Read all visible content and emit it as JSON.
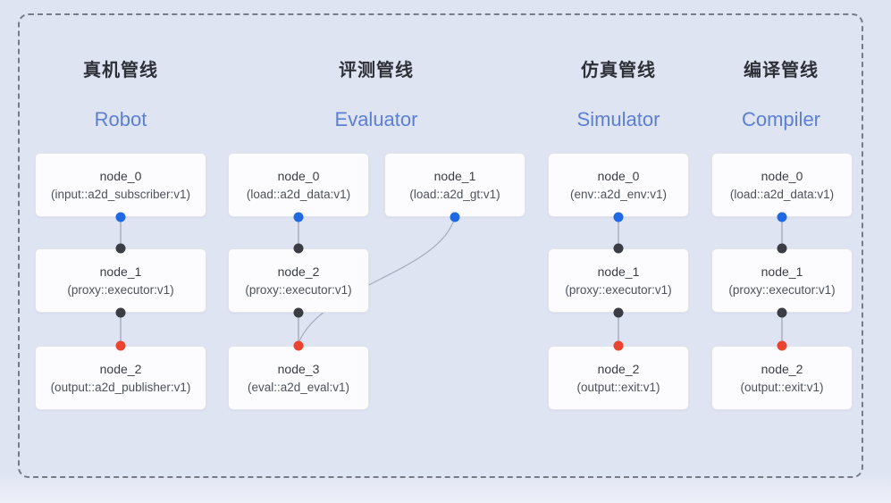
{
  "diagram": {
    "pipelines": [
      {
        "title_zh": "真机管线",
        "title_en": "Robot",
        "nodes": [
          {
            "name": "node_0",
            "type": "(input::a2d_subscriber:v1)"
          },
          {
            "name": "node_1",
            "type": "(proxy::executor:v1)"
          },
          {
            "name": "node_2",
            "type": "(output::a2d_publisher:v1)"
          }
        ]
      },
      {
        "title_zh": "评测管线",
        "title_en": "Evaluator",
        "nodes": [
          {
            "name": "node_0",
            "type": "(load::a2d_data:v1)"
          },
          {
            "name": "node_1",
            "type": "(load::a2d_gt:v1)"
          },
          {
            "name": "node_2",
            "type": "(proxy::executor:v1)"
          },
          {
            "name": "node_3",
            "type": "(eval::a2d_eval:v1)"
          }
        ]
      },
      {
        "title_zh": "仿真管线",
        "title_en": "Simulator",
        "nodes": [
          {
            "name": "node_0",
            "type": "(env::a2d_env:v1)"
          },
          {
            "name": "node_1",
            "type": "(proxy::executor:v1)"
          },
          {
            "name": "node_2",
            "type": "(output::exit:v1)"
          }
        ]
      },
      {
        "title_zh": "编译管线",
        "title_en": "Compiler",
        "nodes": [
          {
            "name": "node_0",
            "type": "(load::a2d_data:v1)"
          },
          {
            "name": "node_1",
            "type": "(proxy::executor:v1)"
          },
          {
            "name": "node_2",
            "type": "(output::exit:v1)"
          }
        ]
      }
    ],
    "colors": {
      "background": "#dfe4f3",
      "node_fill": "#fcfcfe",
      "node_border": "#e2e4ea",
      "edge": "#9aa2b2",
      "port_blue": "#2169e2",
      "port_black": "#3a3d43",
      "port_red": "#ea4330",
      "title_zh": "#2e3037",
      "title_en": "#5b7fd3",
      "frame_dash": "#767b85"
    }
  }
}
